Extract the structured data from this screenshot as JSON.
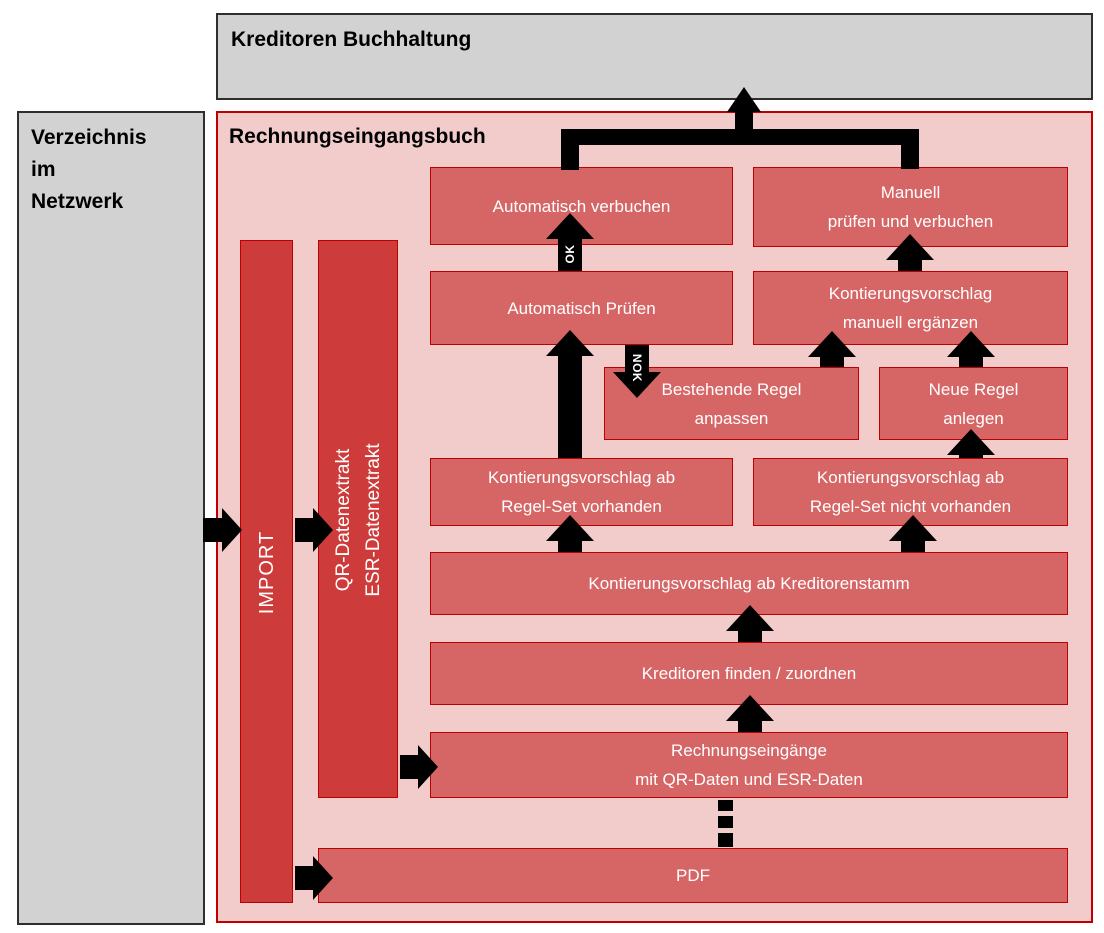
{
  "diagram": {
    "top_panel": {
      "title": "Kreditoren Buchhaltung"
    },
    "left_panel": {
      "title": "Verzeichnis\nim\nNetzwerk"
    },
    "main_panel": {
      "title": "Rechnungseingangsbuch"
    },
    "vertical_nodes": {
      "import": "IMPORT",
      "extract": "QR-Datenextrakt\nESR-Datenextrakt"
    },
    "nodes": {
      "auto_verbuchen": "Automatisch verbuchen",
      "manuell_verbuchen": "Manuell\nprüfen und verbuchen",
      "auto_pruefen": "Automatisch Prüfen",
      "kv_manuell_ergaenzen": "Kontierungsvorschlag\nmanuell ergänzen",
      "bestehende_regel": "Bestehende Regel\nanpassen",
      "neue_regel": "Neue Regel\nanlegen",
      "kv_regelset_vorhanden": "Kontierungsvorschlag ab\nRegel-Set vorhanden",
      "kv_regelset_nicht_vorhanden": "Kontierungsvorschlag ab\nRegel-Set nicht vorhanden",
      "kv_kreditorenstamm": "Kontierungsvorschlag ab Kreditorenstamm",
      "kreditoren_finden": "Kreditoren finden / zuordnen",
      "rechnungseingaenge": "Rechnungseingänge\nmit QR-Daten und ESR-Daten",
      "pdf": "PDF"
    },
    "arrow_labels": {
      "ok": "OK",
      "nok": "NOK"
    },
    "colors": {
      "gray_panel": "#D2D2D2",
      "gray_border": "#2E2E2E",
      "pink_panel": "#F2CCCB",
      "red_border": "#C00000",
      "node_fill": "#D66665",
      "dark_node_fill": "#CD3C3A",
      "arrow": "#000000",
      "node_text": "#FFFFFF",
      "heading_text": "#000000"
    }
  }
}
